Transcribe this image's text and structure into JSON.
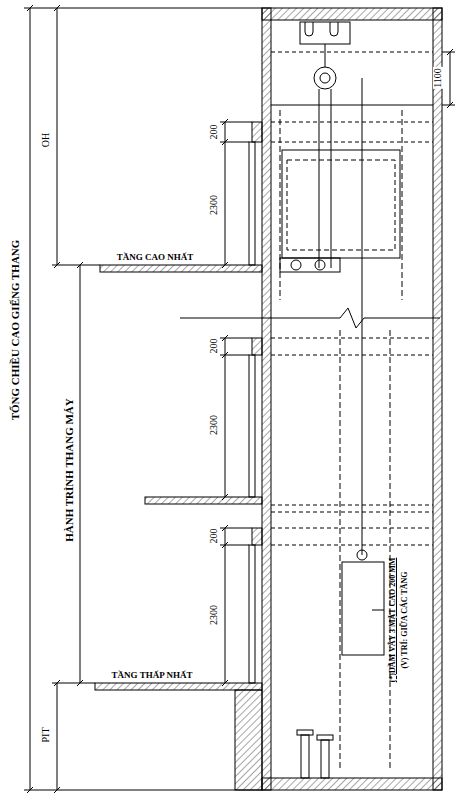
{
  "diagram": {
    "labels": [
      "TỔNG CHIỀU CAO GIẾNG THANG",
      "HÀNH TRÌNH THANG MÁY",
      "OH",
      "PIT",
      "1100",
      "200",
      "2300",
      "200",
      "2300",
      "200",
      "2300",
      "TẦNG CAO NHẤT",
      "TẦNG THẤP NHẤT",
      "(*)DẦM VÂY 3 MẶT CAO 200 MM",
      "(V) TRÍ: GIỮA CÁC TẦNG"
    ]
  }
}
